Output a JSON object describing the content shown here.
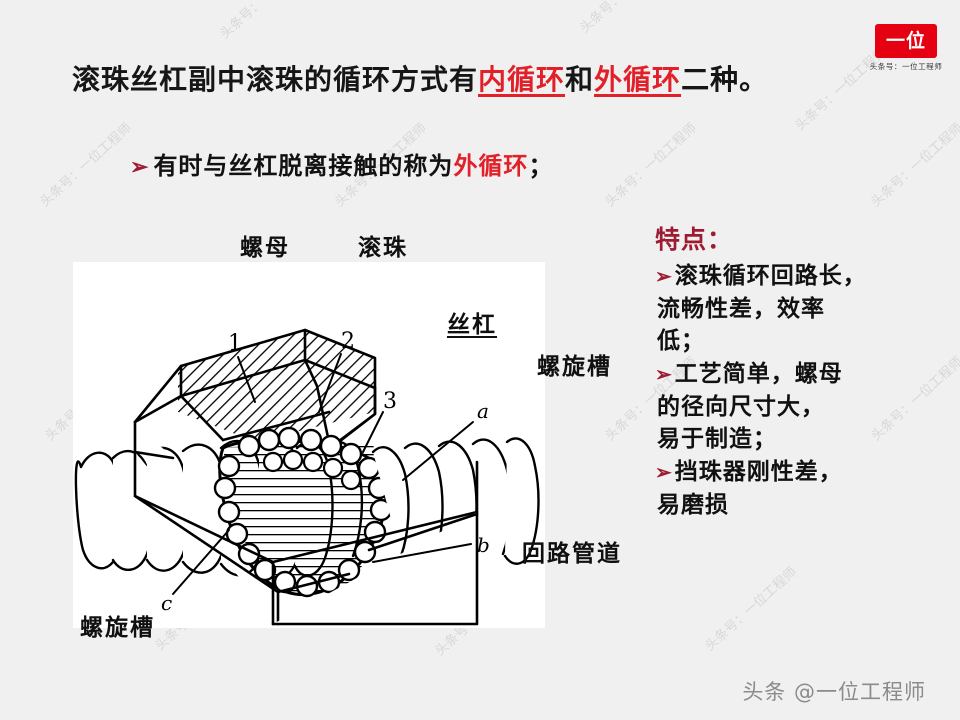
{
  "logo": {
    "mark_text": "一位",
    "caption": "头条号：一位工程师",
    "brand_color": "#e50012"
  },
  "headline": {
    "part1": "滚珠丝杠副中滚珠的循环方式有",
    "highlight1": "内循环",
    "middle": "和",
    "highlight2": "外循环",
    "part2": "二种。",
    "highlight_color": "#e2202a"
  },
  "subline": {
    "bullet": "➢",
    "text": "有时与丝杠脱离接触的称为",
    "highlight": "外循环",
    "tail": "；"
  },
  "diagram": {
    "labels": {
      "nut": "螺母",
      "ball": "滚珠",
      "screw": "丝杠",
      "helix_groove_right": "螺旋槽",
      "return_tube": "回路管道",
      "helix_groove_bottom": "螺旋槽"
    },
    "callouts": {
      "n1": "1",
      "n2": "2",
      "n3": "3",
      "a": "a",
      "b": "b",
      "c": "c"
    }
  },
  "panel": {
    "title": "特点：",
    "title_color": "#9e1b32",
    "bullet": "➢",
    "items": [
      {
        "lines": [
          "滚珠循环回路长，",
          "流畅性差，效率",
          "低；"
        ]
      },
      {
        "lines": [
          "工艺简单，螺母",
          "的径向尺寸大，",
          "易于制造；"
        ]
      },
      {
        "lines": [
          "挡珠器刚性差，",
          "易磨损"
        ]
      }
    ]
  },
  "watermark": {
    "tile_text": "头条号：一位工程师",
    "bottom_text": "头条 @一位工程师"
  }
}
